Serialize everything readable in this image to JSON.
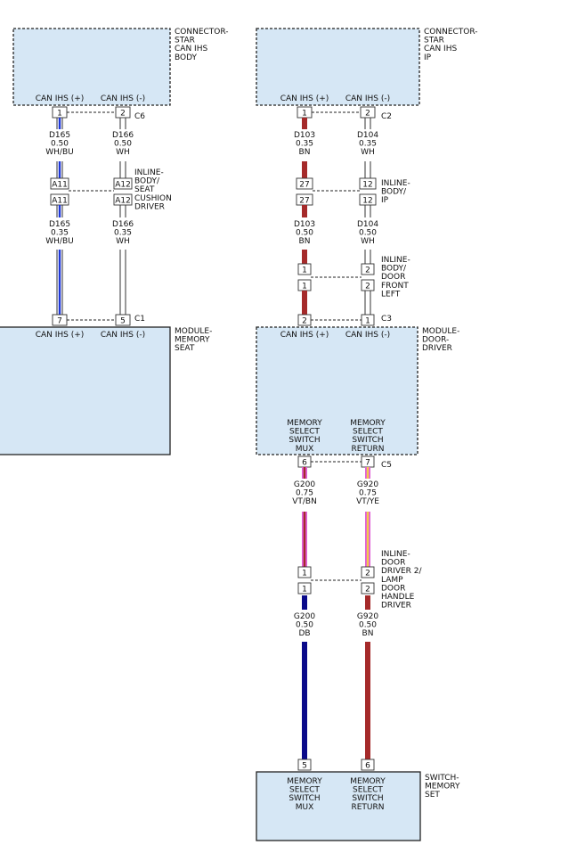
{
  "colors": {
    "box_fill": "#d6e7f5",
    "WH": "#ffffff",
    "BU": "#1d36d8",
    "BN": "#a52a2a",
    "VT": "#e060d8",
    "YE": "#f4c84a",
    "DB": "#0a0a8a",
    "outline": "#222222"
  },
  "components": [
    {
      "id": "star_body",
      "lines": [
        "CONNECTOR-",
        "STAR",
        "CAN IHS",
        "BODY"
      ],
      "pin_labels": [
        "CAN IHS (+)",
        "CAN IHS (-)"
      ]
    },
    {
      "id": "star_ip",
      "lines": [
        "CONNECTOR-",
        "STAR",
        "CAN IHS",
        "IP"
      ],
      "pin_labels": [
        "CAN IHS (+)",
        "CAN IHS (-)"
      ]
    },
    {
      "id": "mem_seat",
      "lines": [
        "MODULE-",
        "MEMORY",
        "SEAT"
      ],
      "pin_labels": [
        "CAN IHS (+)",
        "CAN IHS (-)"
      ]
    },
    {
      "id": "door_driver",
      "lines": [
        "MODULE-",
        "DOOR-",
        "DRIVER"
      ],
      "pin_labels": [
        "CAN IHS (+)",
        "CAN IHS (-)"
      ],
      "bottom_labels": [
        [
          "MEMORY",
          "SELECT",
          "SWITCH",
          "MUX"
        ],
        [
          "MEMORY",
          "SELECT",
          "SWITCH",
          "RETURN"
        ]
      ]
    },
    {
      "id": "switch_set",
      "lines": [
        "SWITCH-",
        "MEMORY",
        "SET"
      ],
      "top_labels": [
        [
          "MEMORY",
          "SELECT",
          "SWITCH",
          "MUX"
        ],
        [
          "MEMORY",
          "SELECT",
          "SWITCH",
          "RETURN"
        ]
      ]
    }
  ],
  "connectors": [
    {
      "id": "c6",
      "label": "C6",
      "pins": [
        "1",
        "2"
      ]
    },
    {
      "id": "c2",
      "label": "C2",
      "pins": [
        "1",
        "2"
      ]
    },
    {
      "id": "c1",
      "label": "C1",
      "pins": [
        "7",
        "5"
      ]
    },
    {
      "id": "c3",
      "label": "C3",
      "pins": [
        "2",
        "1"
      ]
    },
    {
      "id": "c5",
      "label": "C5",
      "pins": [
        "6",
        "7"
      ]
    },
    {
      "id": "sw_pins",
      "label": "",
      "pins": [
        "5",
        "6"
      ]
    }
  ],
  "inlines": [
    {
      "id": "inl_seat",
      "lines": [
        "INLINE-",
        "BODY/",
        "SEAT",
        "CUSHION",
        "DRIVER"
      ],
      "pins_top": [
        "A11",
        "A12"
      ],
      "pins_bottom": [
        "A11",
        "A12"
      ]
    },
    {
      "id": "inl_ip",
      "lines": [
        "INLINE-",
        "BODY/",
        "IP"
      ],
      "pins_top": [
        "27",
        "12"
      ],
      "pins_bottom": [
        "27",
        "12"
      ]
    },
    {
      "id": "inl_door",
      "lines": [
        "INLINE-",
        "BODY/",
        "DOOR",
        "FRONT",
        "LEFT"
      ],
      "pins_top": [
        "1",
        "2"
      ],
      "pins_bottom": [
        "1",
        "2"
      ]
    },
    {
      "id": "inl_lamp",
      "lines": [
        "INLINE-",
        "DOOR",
        "DRIVER 2/",
        "LAMP",
        "DOOR",
        "HANDLE",
        "DRIVER"
      ],
      "pins_top": [
        "1",
        "2"
      ],
      "pins_bottom": [
        "1",
        "2"
      ]
    }
  ],
  "wires": [
    {
      "id": "w1",
      "code": "D165",
      "gauge": "0.50",
      "color": "WH/BU",
      "base": "#ffffff",
      "stripe": "#1d36d8"
    },
    {
      "id": "w2",
      "code": "D166",
      "gauge": "0.50",
      "color": "WH",
      "base": "#ffffff",
      "stripe": ""
    },
    {
      "id": "w3",
      "code": "D165",
      "gauge": "0.35",
      "color": "WH/BU",
      "base": "#ffffff",
      "stripe": "#1d36d8"
    },
    {
      "id": "w4",
      "code": "D166",
      "gauge": "0.35",
      "color": "WH",
      "base": "#ffffff",
      "stripe": ""
    },
    {
      "id": "w5",
      "code": "D103",
      "gauge": "0.35",
      "color": "BN",
      "base": "#a52a2a",
      "stripe": ""
    },
    {
      "id": "w6",
      "code": "D104",
      "gauge": "0.35",
      "color": "WH",
      "base": "#ffffff",
      "stripe": ""
    },
    {
      "id": "w7",
      "code": "D103",
      "gauge": "0.50",
      "color": "BN",
      "base": "#a52a2a",
      "stripe": ""
    },
    {
      "id": "w8",
      "code": "D104",
      "gauge": "0.50",
      "color": "WH",
      "base": "#ffffff",
      "stripe": ""
    },
    {
      "id": "w9",
      "code": "G200",
      "gauge": "0.75",
      "color": "VT/BN",
      "base": "#e060d8",
      "stripe": "#a52a2a"
    },
    {
      "id": "w10",
      "code": "G920",
      "gauge": "0.75",
      "color": "VT/YE",
      "base": "#e060d8",
      "stripe": "#f4c84a"
    },
    {
      "id": "w11",
      "code": "G200",
      "gauge": "0.50",
      "color": "DB",
      "base": "#0a0a8a",
      "stripe": ""
    },
    {
      "id": "w12",
      "code": "G920",
      "gauge": "0.50",
      "color": "BN",
      "base": "#a52a2a",
      "stripe": ""
    }
  ]
}
